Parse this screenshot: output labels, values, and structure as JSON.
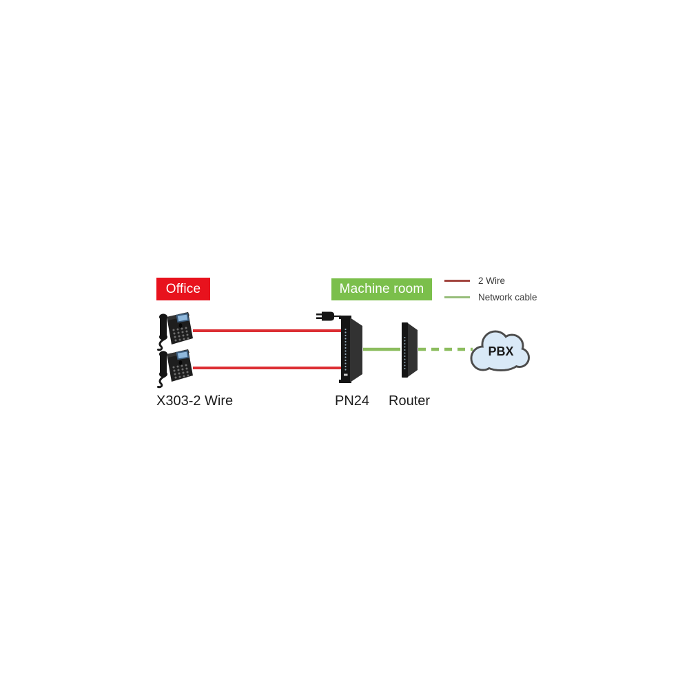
{
  "regions": {
    "office": {
      "label": "Office"
    },
    "machine_room": {
      "label": "Machine room"
    }
  },
  "legend": {
    "items": [
      {
        "label": "2 Wire",
        "line_style": "solid-red"
      },
      {
        "label": "Network cable",
        "line_style": "solid-green"
      }
    ]
  },
  "nodes": {
    "phones_label": "X303-2 Wire",
    "pn24_label": "PN24",
    "router_label": "Router",
    "cloud_label": "PBX"
  },
  "connections": [
    {
      "from": "phone-1",
      "to": "PN24",
      "type": "2 Wire"
    },
    {
      "from": "phone-2",
      "to": "PN24",
      "type": "2 Wire"
    },
    {
      "from": "PN24",
      "to": "Router",
      "type": "Network cable"
    },
    {
      "from": "Router",
      "to": "PBX",
      "type": "Network cable",
      "dashed": true
    }
  ],
  "colors": {
    "office_bg": "#e8121d",
    "machine_bg": "#7bbf4b",
    "wire_red": "#dc2e33",
    "cable_green": "#8cbd5f",
    "legend_red": "#a2453f",
    "legend_green": "#97bd7a",
    "legend_text": "#3a3a3a",
    "label_color": "#1c1c1c",
    "cloud_fill": "#d9e9f7",
    "cloud_stroke": "#4c4c4c",
    "screen_blue": "#8fb8dc"
  }
}
